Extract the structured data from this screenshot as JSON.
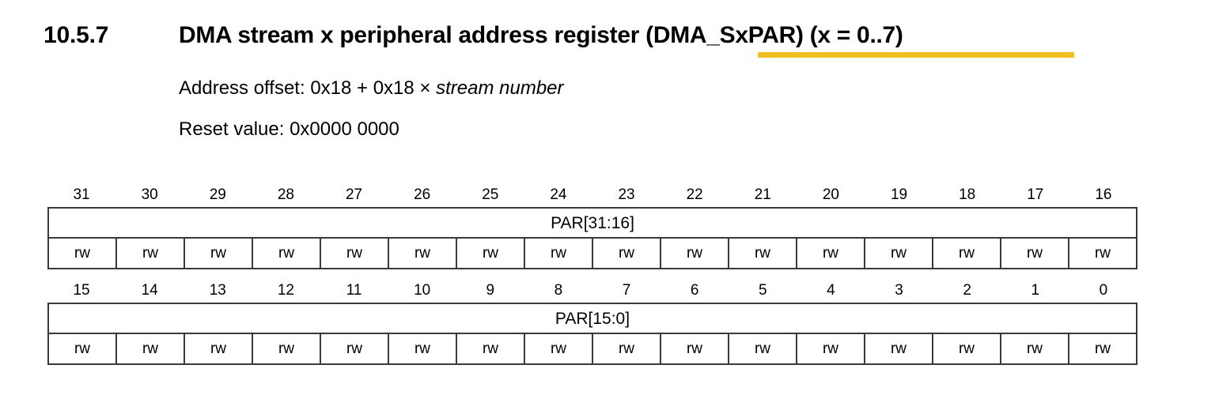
{
  "heading": {
    "number": "10.5.7",
    "title": "DMA stream x peripheral address register (DMA_SxPAR) (x = 0..7)",
    "highlight_color": "#f0c020"
  },
  "details": {
    "address_offset_label": "Address offset: 0x18 + 0x18 × ",
    "address_offset_emphasis": "stream number",
    "reset_value": "Reset value: 0x0000 0000"
  },
  "register_high": {
    "bit_numbers": [
      "31",
      "30",
      "29",
      "28",
      "27",
      "26",
      "25",
      "24",
      "23",
      "22",
      "21",
      "20",
      "19",
      "18",
      "17",
      "16"
    ],
    "field_name": "PAR[31:16]",
    "access": [
      "rw",
      "rw",
      "rw",
      "rw",
      "rw",
      "rw",
      "rw",
      "rw",
      "rw",
      "rw",
      "rw",
      "rw",
      "rw",
      "rw",
      "rw",
      "rw"
    ]
  },
  "register_low": {
    "bit_numbers": [
      "15",
      "14",
      "13",
      "12",
      "11",
      "10",
      "9",
      "8",
      "7",
      "6",
      "5",
      "4",
      "3",
      "2",
      "1",
      "0"
    ],
    "field_name": "PAR[15:0]",
    "access": [
      "rw",
      "rw",
      "rw",
      "rw",
      "rw",
      "rw",
      "rw",
      "rw",
      "rw",
      "rw",
      "rw",
      "rw",
      "rw",
      "rw",
      "rw",
      "rw"
    ]
  }
}
